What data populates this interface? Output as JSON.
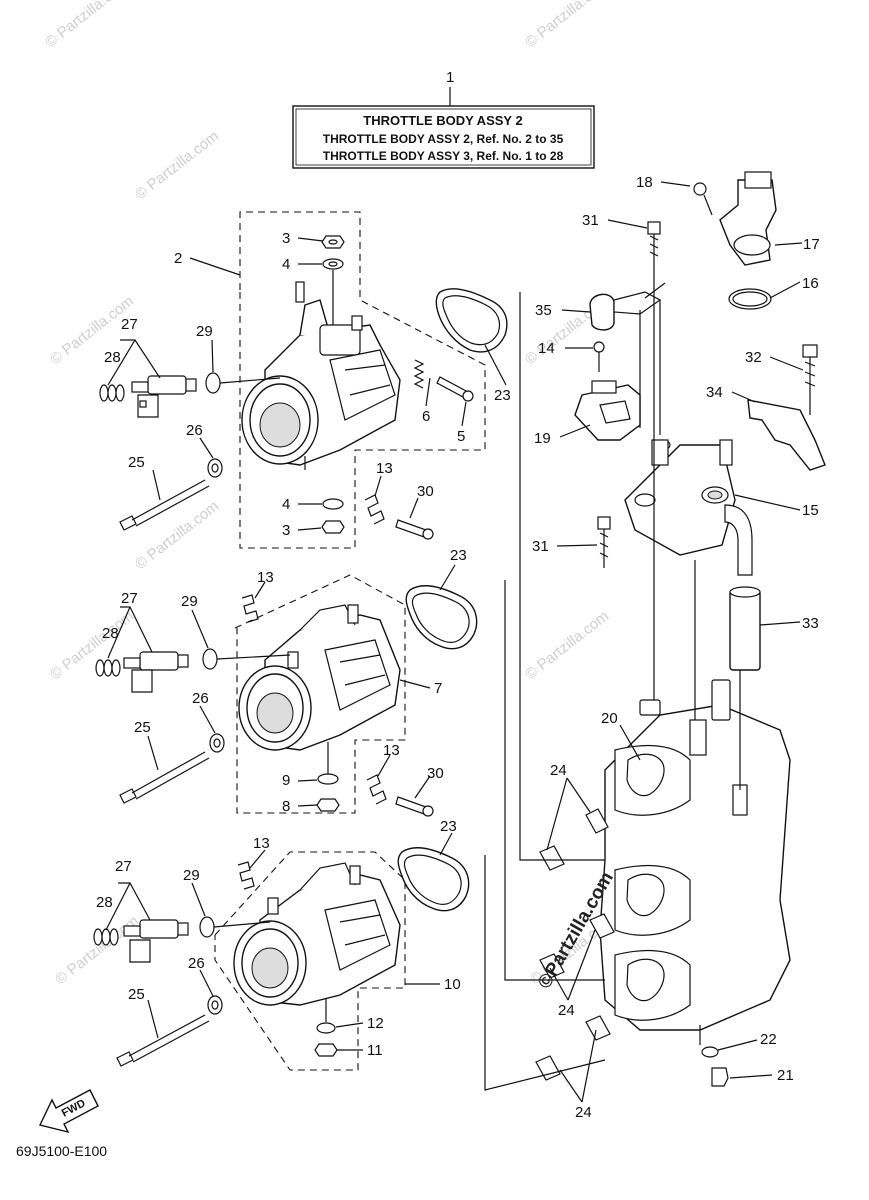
{
  "infobox": {
    "callout": "1",
    "lines": [
      "THROTTLE  BODY ASSY 2",
      "THROTTLE BODY ASSY 2,  Ref. No. 2 to 35",
      "THROTTLE BODY ASSY 3,  Ref. No. 1 to 28"
    ]
  },
  "callouts": {
    "c2": "2",
    "c3a": "3",
    "c4a": "4",
    "c27a": "27",
    "c28a": "28",
    "c29a": "29",
    "c6": "6",
    "c5": "5",
    "c23a": "23",
    "c26a": "26",
    "c25a": "25",
    "c13a": "13",
    "c30a": "30",
    "c4b": "4",
    "c3b": "3",
    "c18": "18",
    "c17": "17",
    "c31a": "31",
    "c16": "16",
    "c35": "35",
    "c14": "14",
    "c32": "32",
    "c34": "34",
    "c19": "19",
    "c15": "15",
    "c31b": "31",
    "c33": "33",
    "c23b": "23",
    "c13b": "13",
    "c27b": "27",
    "c29b": "29",
    "c28b": "28",
    "c7": "7",
    "c26b": "26",
    "c25b": "25",
    "c13c": "13",
    "c30b": "30",
    "c9": "9",
    "c8": "8",
    "c20": "20",
    "c24a": "24",
    "c23c": "23",
    "c13d": "13",
    "c27c": "27",
    "c29c": "29",
    "c28c": "28",
    "c26c": "26",
    "c10": "10",
    "c25c": "25",
    "c12": "12",
    "c11": "11",
    "c24b": "24",
    "c22": "22",
    "c21": "21",
    "c24c": "24"
  },
  "watermark": {
    "text": "© Partzilla.com",
    "center_text": "©Partzilla.com"
  },
  "fwd_label": "FWD",
  "diagram_code": "69J5100-E100"
}
